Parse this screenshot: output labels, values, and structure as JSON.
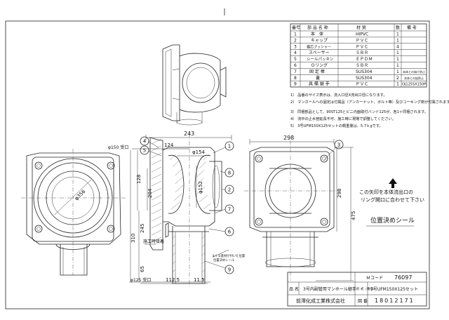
{
  "parts_table": {
    "headers": [
      "番号",
      "部 品 名 称",
      "材 質",
      "数",
      "備 考"
    ],
    "rows": [
      {
        "no": "1",
        "name": "本　体",
        "material": "HIPVC",
        "qty": "1",
        "note": ""
      },
      {
        "no": "2",
        "name": "キャップ",
        "material": "ＰＶＣ",
        "qty": "1",
        "note": ""
      },
      {
        "no": "3",
        "name": "偏芯ブッシャー",
        "material": "ＰＶＣ",
        "qty": "4",
        "note": ""
      },
      {
        "no": "4",
        "name": "スペーサー",
        "material": "ＳＢＲ",
        "qty": "1",
        "note": ""
      },
      {
        "no": "5",
        "name": "シールパッキン",
        "material": "ＥＰＤＭ",
        "qty": "1",
        "note": ""
      },
      {
        "no": "6",
        "name": "Ｏリング",
        "material": "ＳＢＲ",
        "qty": "1",
        "note": ""
      },
      {
        "no": "7",
        "name": "固 定 棒",
        "material": "SUS304",
        "qty": "1",
        "note": "本体との抜け防止"
      },
      {
        "no": "8",
        "name": "蓋",
        "material": "SUS304",
        "qty": "2",
        "note": "本体との抜防止"
      },
      {
        "no": "9",
        "name": "具 備 継 手",
        "material": "ＰＶＣ",
        "qty": "1",
        "note": "OJ125SX150P"
      }
    ]
  },
  "notes": [
    "1） 品番のサイズ表示は、流入口径X流出口径になります。",
    "2） マンホールへの固定は付属品（アンカーナット、ボルト等）及びコーキング剤が付属されます。",
    "3） 同梱部品として、90ST125とビニ内面取付バンド125が、各1ヶ同梱されます。",
    "4） 流中の止水管延長不可、施工時に現場で調整してください。",
    "5） 3号UFM150X125セットの概重量は、5.7ｋgです。"
  ],
  "dimensions": {
    "overall_width": "243",
    "upper_width": "124",
    "inner_dia": "φ154",
    "outlet_dia": "φ150 受口",
    "bottom_dia": "φ125 受口",
    "bottom_left": "112.5",
    "bottom_right": "11.5",
    "h128": "128",
    "h204": "204",
    "h245": "245",
    "h310": "310",
    "h65": "65",
    "phi152": "φ152",
    "phi356": "φ356",
    "right_width": "298",
    "right_height": "298",
    "right_total": "475"
  },
  "callouts": {
    "c1": "1",
    "c2": "2",
    "c3": "3",
    "c4": "4",
    "c5": "5",
    "c6": "6",
    "c7": "7",
    "c8": "8",
    "c9": "9",
    "c3r": "3"
  },
  "labels": {
    "weld_label": "施工時接着",
    "sealant_note_1": "まくる基材が付いた位置",
    "sealant_note_2": "位置決めシール",
    "arrow_note_1": "この矢印を本体流出口の",
    "arrow_note_2": "リング開口に合わせて下さい",
    "position_seal": "位置決めシール"
  },
  "title_block": {
    "m_code_label": "Ｍコード",
    "m_code": "76097",
    "name_label": "品 名",
    "product_name": "3号内副管用マンホール継手",
    "model_label": "形 式（番号）",
    "model": "3号UFM150X125セット",
    "drawing_no_label": "図 番",
    "drawing_no": "18012171",
    "company": "前澤化成工業株式会社"
  }
}
